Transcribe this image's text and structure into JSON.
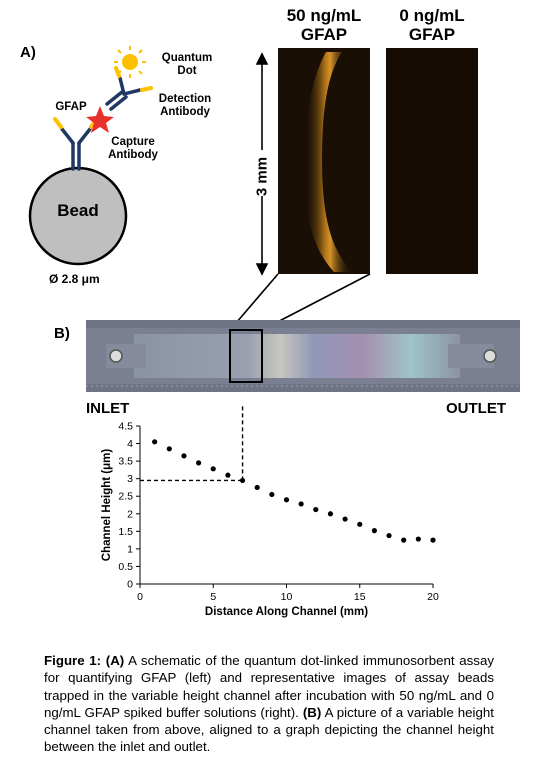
{
  "panel_a_label": "A)",
  "panel_b_label": "B)",
  "schematic": {
    "quantum_dot_label": "Quantum\nDot",
    "detection_antibody_label": "Detection\nAntibody",
    "gfap_label": "GFAP",
    "capture_antibody_label": "Capture\nAntibody",
    "bead_label": "Bead",
    "bead_diameter_label": "Ø 2.8 μm",
    "colors": {
      "antibody": "#1f3864",
      "antigen_tab": "#ffc000",
      "gfap_star": "#e8312a",
      "quantum_dot": "#ffc000",
      "bead_fill": "#bfbfbf"
    }
  },
  "images": {
    "left_title": "50 ng/mL\nGFAP",
    "right_title": "0 ng/mL\nGFAP",
    "scale_label": "3 mm",
    "colors": {
      "background": "#1a0f05",
      "fluorescence": "#d08a1e"
    }
  },
  "channel": {
    "inlet_label": "INLET",
    "outlet_label": "OUTLET"
  },
  "chart_data": {
    "type": "scatter",
    "xlabel": "Distance Along Channel (mm)",
    "ylabel": "Channel Height (μm)",
    "xlim": [
      0,
      20
    ],
    "ylim": [
      0,
      4.5
    ],
    "xticks": [
      "0",
      "5",
      "10",
      "15",
      "20"
    ],
    "yticks": [
      "0",
      "0.5",
      "1",
      "1.5",
      "2",
      "2.5",
      "3",
      "3.5",
      "4",
      "4.5"
    ],
    "grid": false,
    "x": [
      1,
      2,
      3,
      4,
      5,
      6,
      7,
      8,
      9,
      10,
      11,
      12,
      13,
      14,
      15,
      16,
      17,
      18,
      19,
      20
    ],
    "y": [
      4.05,
      3.85,
      3.65,
      3.45,
      3.28,
      3.1,
      2.95,
      2.75,
      2.55,
      2.4,
      2.28,
      2.12,
      2.0,
      1.85,
      1.7,
      1.52,
      1.38,
      1.25,
      1.28,
      1.25
    ],
    "annotation_point": {
      "x": 7,
      "y": 2.95
    }
  },
  "caption": {
    "fig_label": "Figure 1:",
    "a_tag": "(A)",
    "a_text": "A schematic of the quantum dot-linked immunosorbent assay for quantifying GFAP (left) and representative images of assay beads trapped in the variable height channel after incubation with 50 ng/mL and 0 ng/mL GFAP spiked buffer solutions (right).",
    "b_tag": "(B)",
    "b_text": "A picture of a variable height channel taken from above, aligned to a graph depicting the channel height between the inlet and outlet."
  }
}
